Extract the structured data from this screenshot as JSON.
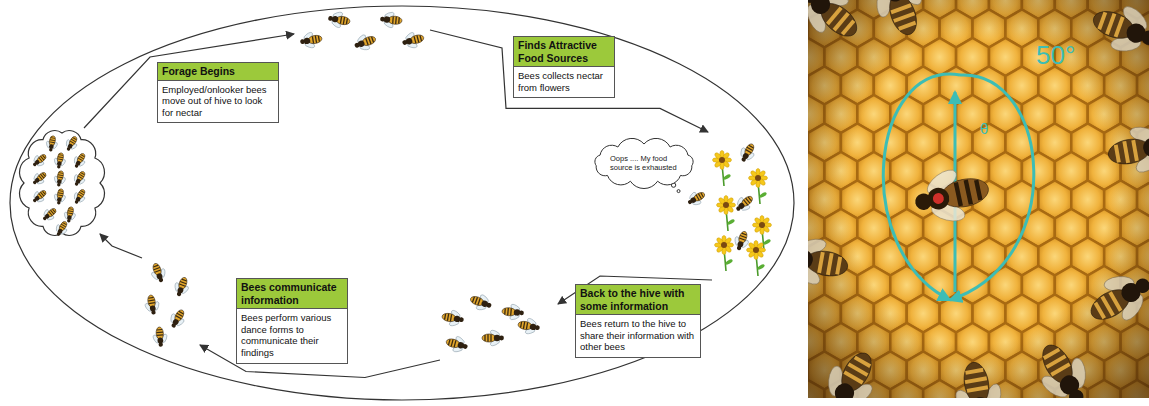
{
  "diagram": {
    "nodes": [
      {
        "text": [
          "Forage Begins",
          "Employed/onlooker bees move out of hive to look for nectar"
        ]
      },
      {
        "text": [
          "Finds Attractive Food Sources",
          "Bees collects nectar from flowers"
        ]
      },
      {
        "text": [
          "Oops .... My food source is exhausted"
        ]
      },
      {
        "text": [
          "Back to the hive with some information",
          "Bees return to the hive to share their information with other bees"
        ]
      },
      {
        "text": [
          "Bees communicate information",
          "Bees perform various dance forms to communicate their findings"
        ]
      }
    ],
    "labels": [
      "50°",
      "θ"
    ]
  }
}
